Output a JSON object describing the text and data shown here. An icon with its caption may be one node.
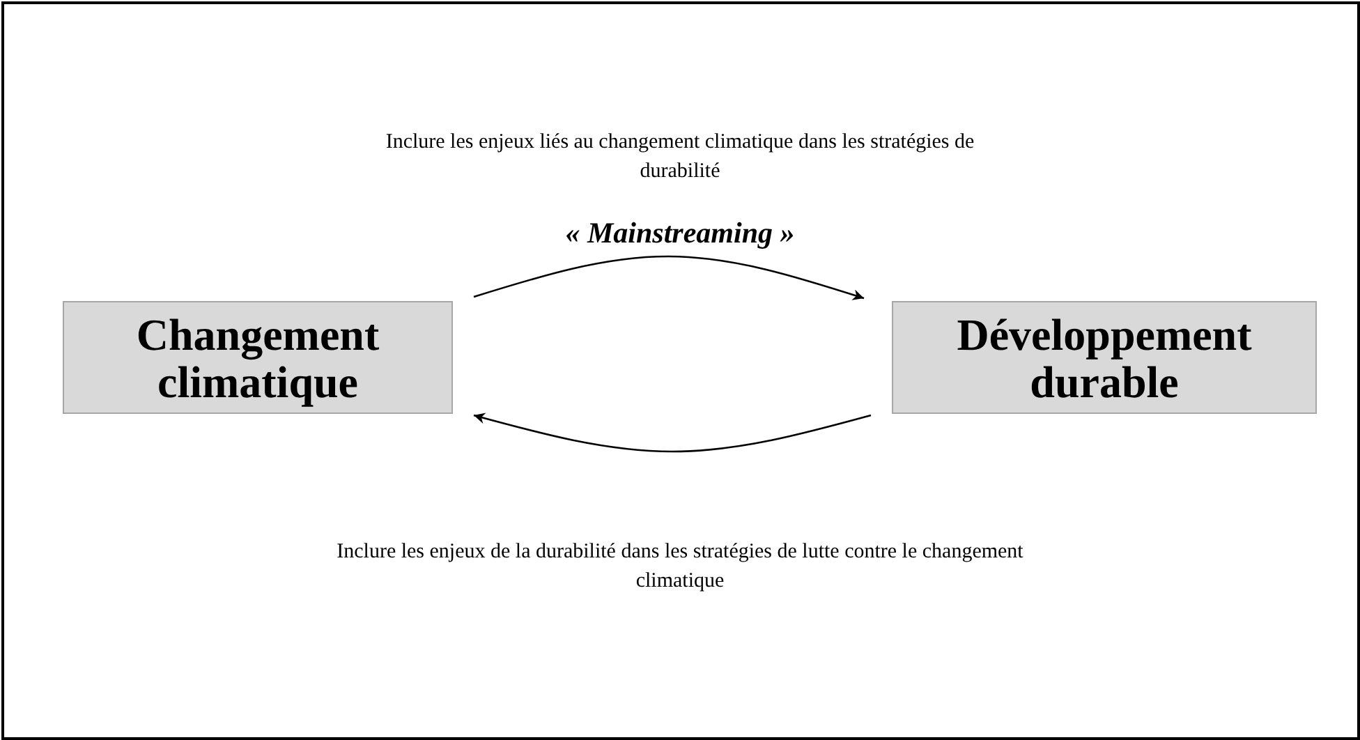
{
  "diagram": {
    "nodes": [
      {
        "text": [
          "Changement climatique"
        ]
      },
      {
        "text": [
          "Développement durable"
        ]
      }
    ],
    "edges": [
      {
        "from": 0,
        "to": 1,
        "arrow": "to"
      },
      {
        "from": 1,
        "to": 0,
        "arrow": "to"
      }
    ],
    "labels": [
      "Inclure les enjeux liés au changement climatique dans les stratégies de durabilité",
      "« Mainstreaming »",
      "Inclure les enjeux de la durabilité dans les stratégies de lutte contre le changement climatique"
    ]
  }
}
